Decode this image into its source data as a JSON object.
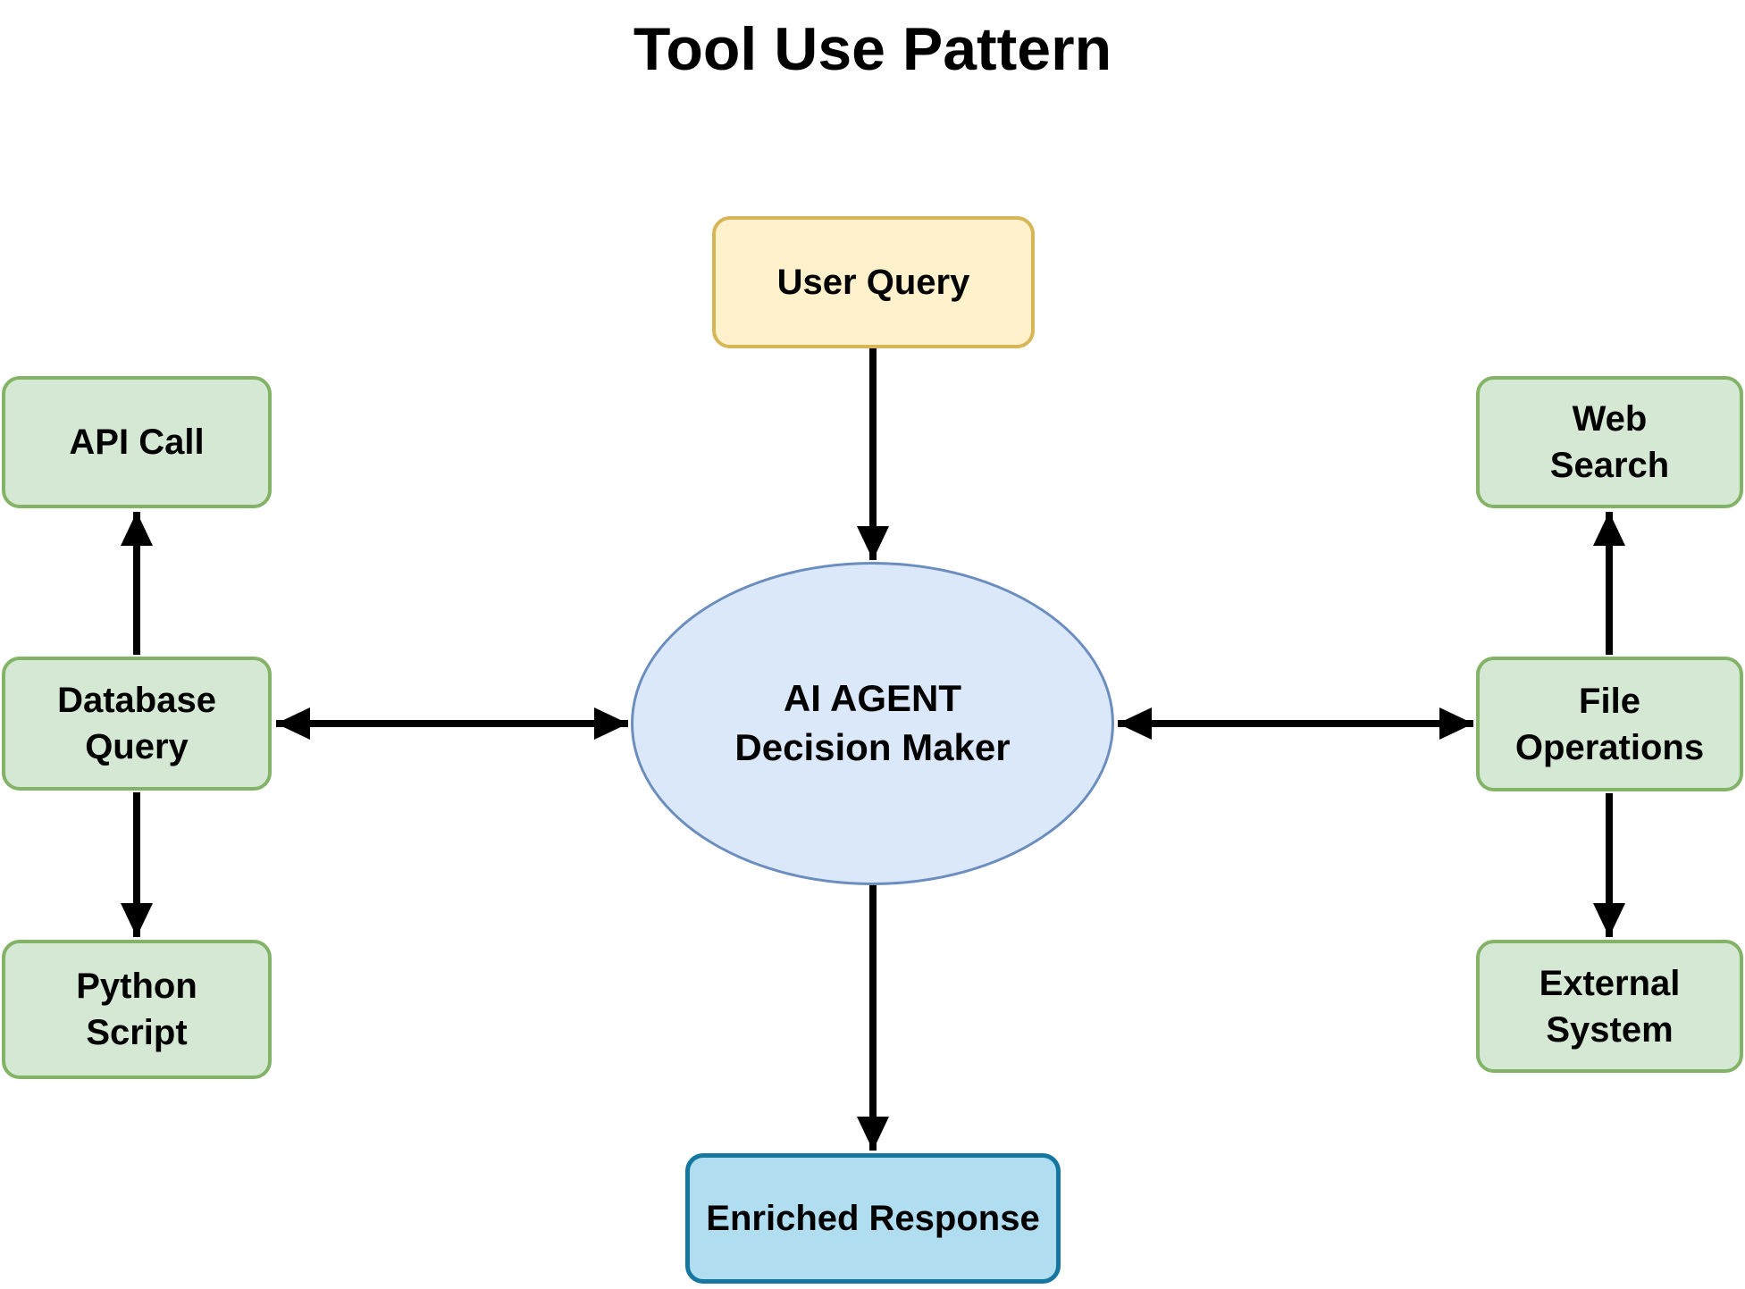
{
  "title": "Tool Use Pattern",
  "diagram": {
    "nodes": {
      "user_query": {
        "label": "User Query",
        "role": "input"
      },
      "agent": {
        "label": "AI AGENT\nDecision Maker",
        "role": "decision"
      },
      "enriched_response": {
        "label": "Enriched Response",
        "role": "output"
      },
      "api_call": {
        "label": "API Call",
        "role": "tool"
      },
      "database_query": {
        "label": "Database\nQuery",
        "role": "tool"
      },
      "python_script": {
        "label": "Python\nScript",
        "role": "tool"
      },
      "web_search": {
        "label": "Web\nSearch",
        "role": "tool"
      },
      "file_operations": {
        "label": "File\nOperations",
        "role": "tool"
      },
      "external_system": {
        "label": "External\nSystem",
        "role": "tool"
      }
    },
    "edges": [
      {
        "from": "User Query",
        "to": "AI AGENT Decision Maker",
        "direction": "one-way"
      },
      {
        "from": "AI AGENT Decision Maker",
        "to": "Enriched Response",
        "direction": "one-way"
      },
      {
        "from": "Database Query",
        "to": "AI AGENT Decision Maker",
        "direction": "two-way"
      },
      {
        "from": "AI AGENT Decision Maker",
        "to": "File Operations",
        "direction": "two-way"
      },
      {
        "from": "Database Query",
        "to": "API Call",
        "direction": "one-way"
      },
      {
        "from": "Database Query",
        "to": "Python Script",
        "direction": "one-way"
      },
      {
        "from": "File Operations",
        "to": "Web Search",
        "direction": "one-way"
      },
      {
        "from": "File Operations",
        "to": "External System",
        "direction": "one-way"
      }
    ],
    "colors": {
      "background": "#FFFFFF",
      "text": "#000000",
      "arrow": "#000000",
      "input_fill": "#FEF1CC",
      "input_border": "#D6B656",
      "tool_fill": "#D5E8D4",
      "tool_border": "#82B366",
      "agent_fill": "#DBE8FA",
      "agent_border": "#6C8EBF",
      "output_fill": "#B1DDF0",
      "output_border": "#15779F"
    }
  }
}
